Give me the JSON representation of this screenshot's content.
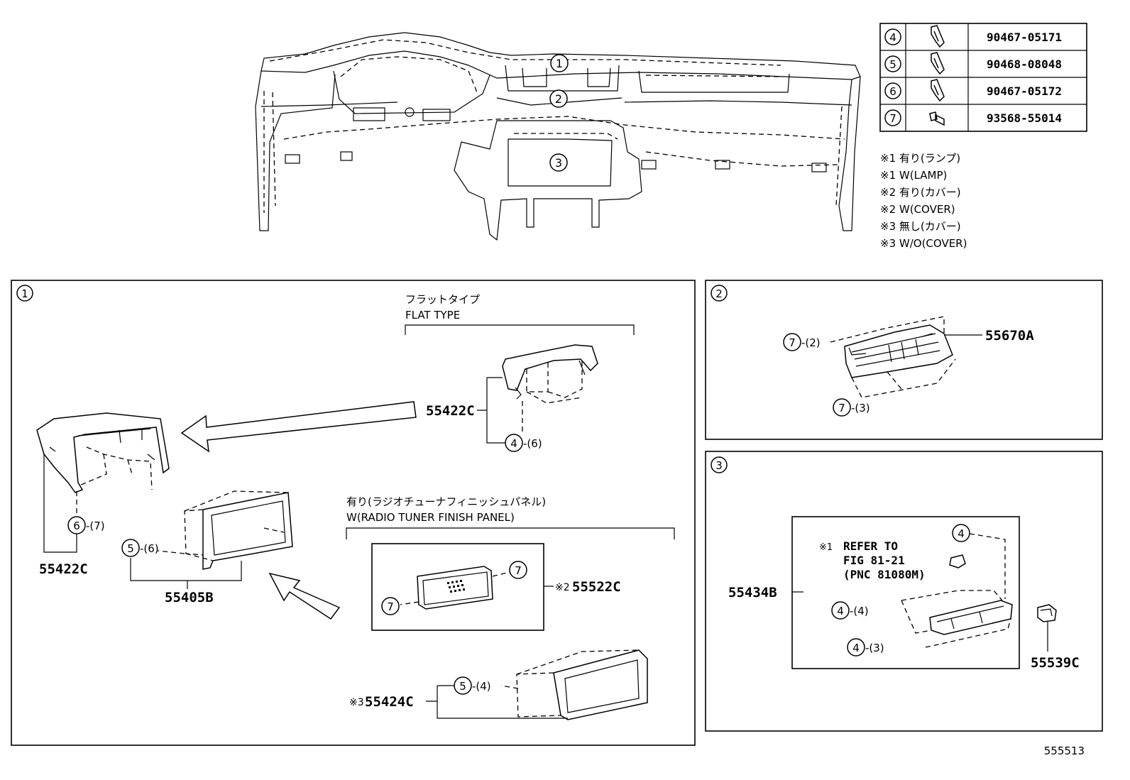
{
  "fastener_table": [
    {
      "ref": "4",
      "icon": "clip-icon",
      "part_no": "90467-05171"
    },
    {
      "ref": "5",
      "icon": "clip-icon",
      "part_no": "90468-08048"
    },
    {
      "ref": "6",
      "icon": "clip-icon",
      "part_no": "90467-05172"
    },
    {
      "ref": "7",
      "icon": "screw-icon",
      "part_no": "93568-55014"
    }
  ],
  "notes": [
    "※1 有り(ランプ)",
    "※1 W(LAMP)",
    "※2 有り(カバー)",
    "※2 W(COVER)",
    "※3 無し(カバー)",
    "※3 W/O(COVER)"
  ],
  "overview": {
    "callouts": [
      "1",
      "2",
      "3"
    ]
  },
  "section1": {
    "index": "1",
    "flat_type_jp": "フラットタイプ",
    "flat_type_en": "FLAT TYPE",
    "radio_jp": "有り(ラジオチューナフィニッシュパネル)",
    "radio_en": "W(RADIO TUNER FINISH PANEL)",
    "labels": {
      "p55422c_flat": "55422C",
      "p55422c": "55422C",
      "p55405b": "55405B",
      "p55522c_mark": "※2",
      "p55522c": "55522C",
      "p55424c_mark": "※3",
      "p55424c": "55424C"
    },
    "refs": {
      "flat_clip": "4",
      "flat_clip_qty": "-(6)",
      "hood_clip": "6",
      "hood_clip_qty": "-(7)",
      "bezel_clip": "5",
      "bezel_clip_qty": "-(6)",
      "panel_screw_r": "7",
      "panel_screw_l": "7",
      "alt_clip": "5",
      "alt_clip_qty": "-(4)"
    }
  },
  "section2": {
    "index": "2",
    "part": "55670A",
    "refs": {
      "top": "7",
      "top_qty": "-(2)",
      "bottom": "7",
      "bottom_qty": "-(3)"
    }
  },
  "section3": {
    "index": "3",
    "refer_mark": "※1",
    "refer_lines": [
      "REFER TO",
      "FIG 81-21",
      "(PNC 81080M)"
    ],
    "part_main": "55434B",
    "part_side": "55539C",
    "refs": {
      "top": "4",
      "mid": "4",
      "mid_qty": "-(4)",
      "low": "4",
      "low_qty": "-(3)"
    }
  },
  "figure_id": "555513"
}
